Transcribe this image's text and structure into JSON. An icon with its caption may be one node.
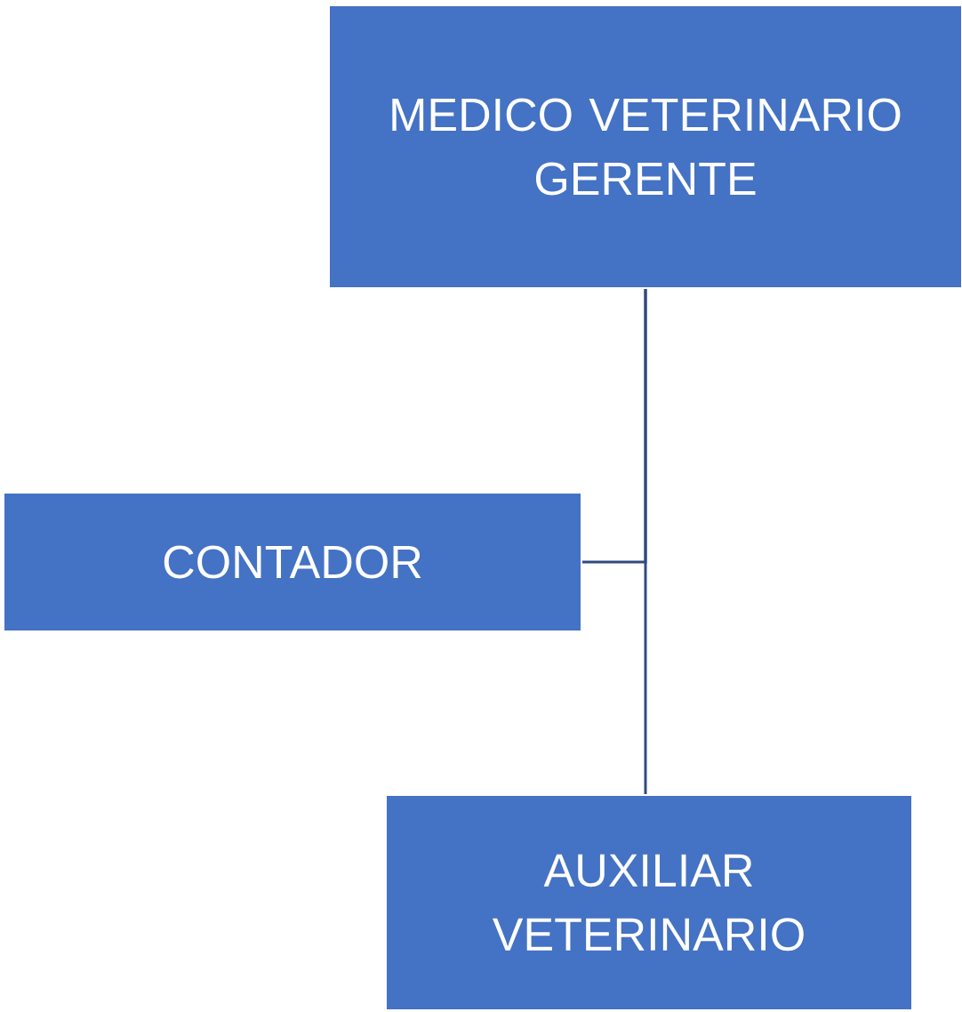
{
  "diagram": {
    "nodes": [
      {
        "text": [
          "MEDICO VETERINARIO GERENTE"
        ]
      },
      {
        "text": [
          "CONTADOR"
        ]
      },
      {
        "text": [
          "AUXILIAR VETERINARIO"
        ]
      }
    ],
    "edges": [
      {
        "from": 0,
        "to": 1,
        "arrow": "none"
      },
      {
        "from": 0,
        "to": 2,
        "arrow": "none"
      }
    ]
  }
}
